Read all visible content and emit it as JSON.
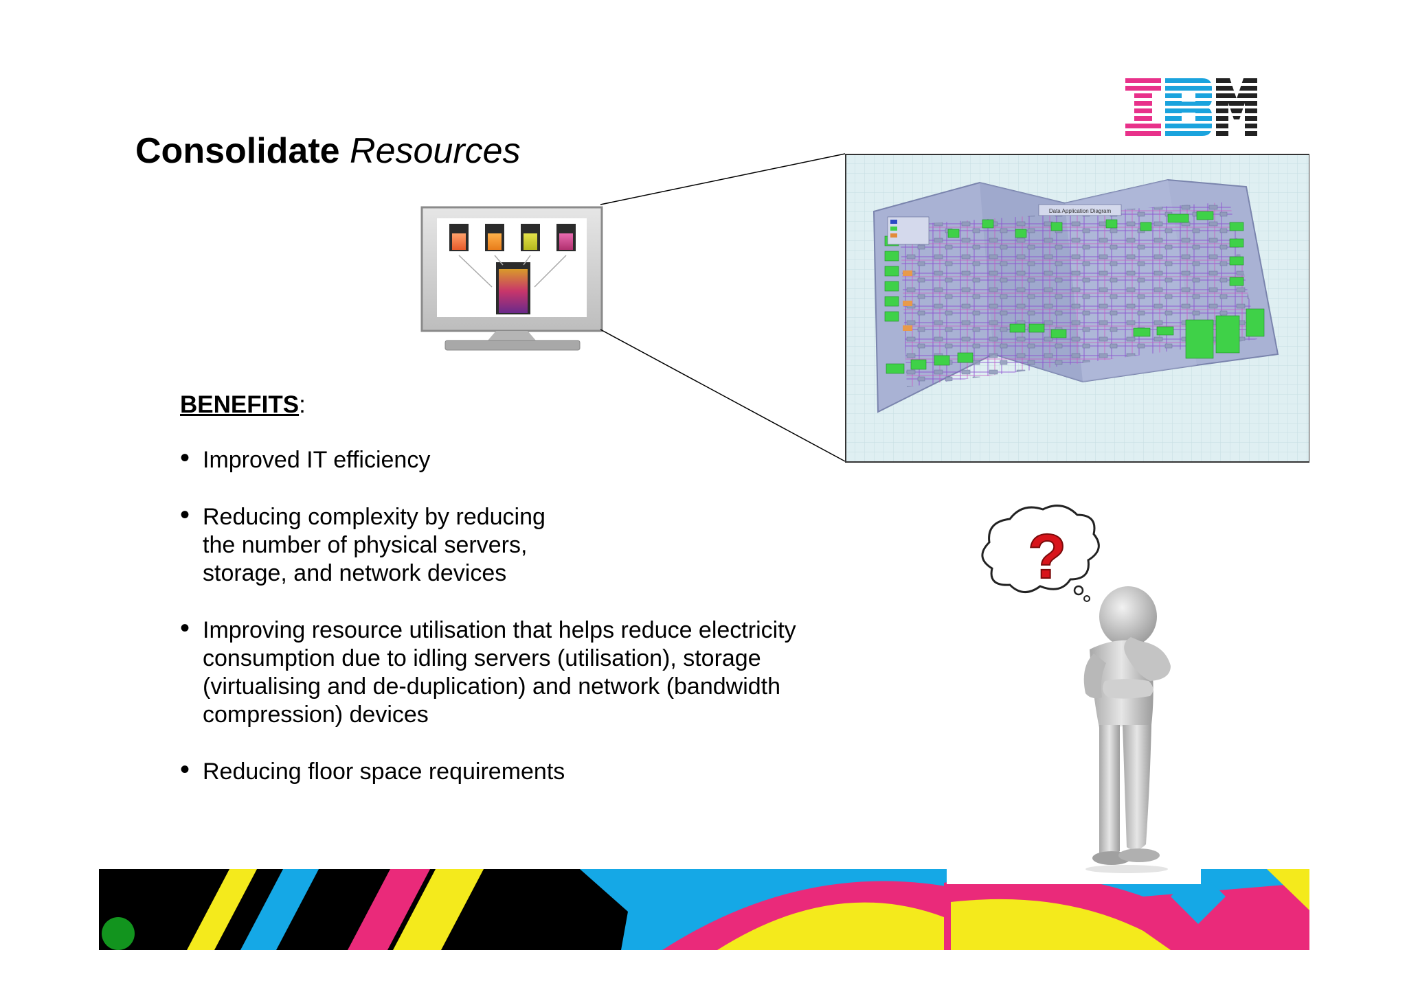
{
  "slide": {
    "title_bold": "Consolidate",
    "title_italic": "Resources",
    "benefits_label": "BENEFITS",
    "benefits_colon": ":",
    "bullets": [
      {
        "lines": [
          "Improved IT efficiency"
        ]
      },
      {
        "lines": [
          "Reducing complexity by reducing",
          "the number of physical servers,",
          "storage, and network devices"
        ]
      },
      {
        "lines": [
          "Improving resource utilisation that helps reduce electricity",
          "consumption due to idling servers (utilisation), storage",
          "(virtualising and de-duplication) and network (bandwidth",
          "compression) devices"
        ]
      },
      {
        "lines": [
          "Reducing floor space requirements"
        ]
      }
    ],
    "logo_text": "IBM",
    "map_title": "Data Application Diagram",
    "question_mark": "?"
  },
  "colors": {
    "ibm_magenta": "#e8318a",
    "ibm_cyan": "#1aa3dd",
    "ibm_dark": "#222222",
    "band_black": "#000000",
    "band_yellow": "#f4ea1c",
    "band_cyan": "#15a8e6",
    "band_magenta": "#ea2a7a",
    "band_green_dot": "#12941e",
    "map_bg": "#dfeff2",
    "map_paper": "#a9b2d4",
    "map_green": "#3fd148"
  },
  "icons": {
    "logo": "ibm-logo",
    "monitor": "monitor-servers-illustration",
    "map": "network-map-illustration",
    "thinker": "thinking-person-illustration"
  }
}
